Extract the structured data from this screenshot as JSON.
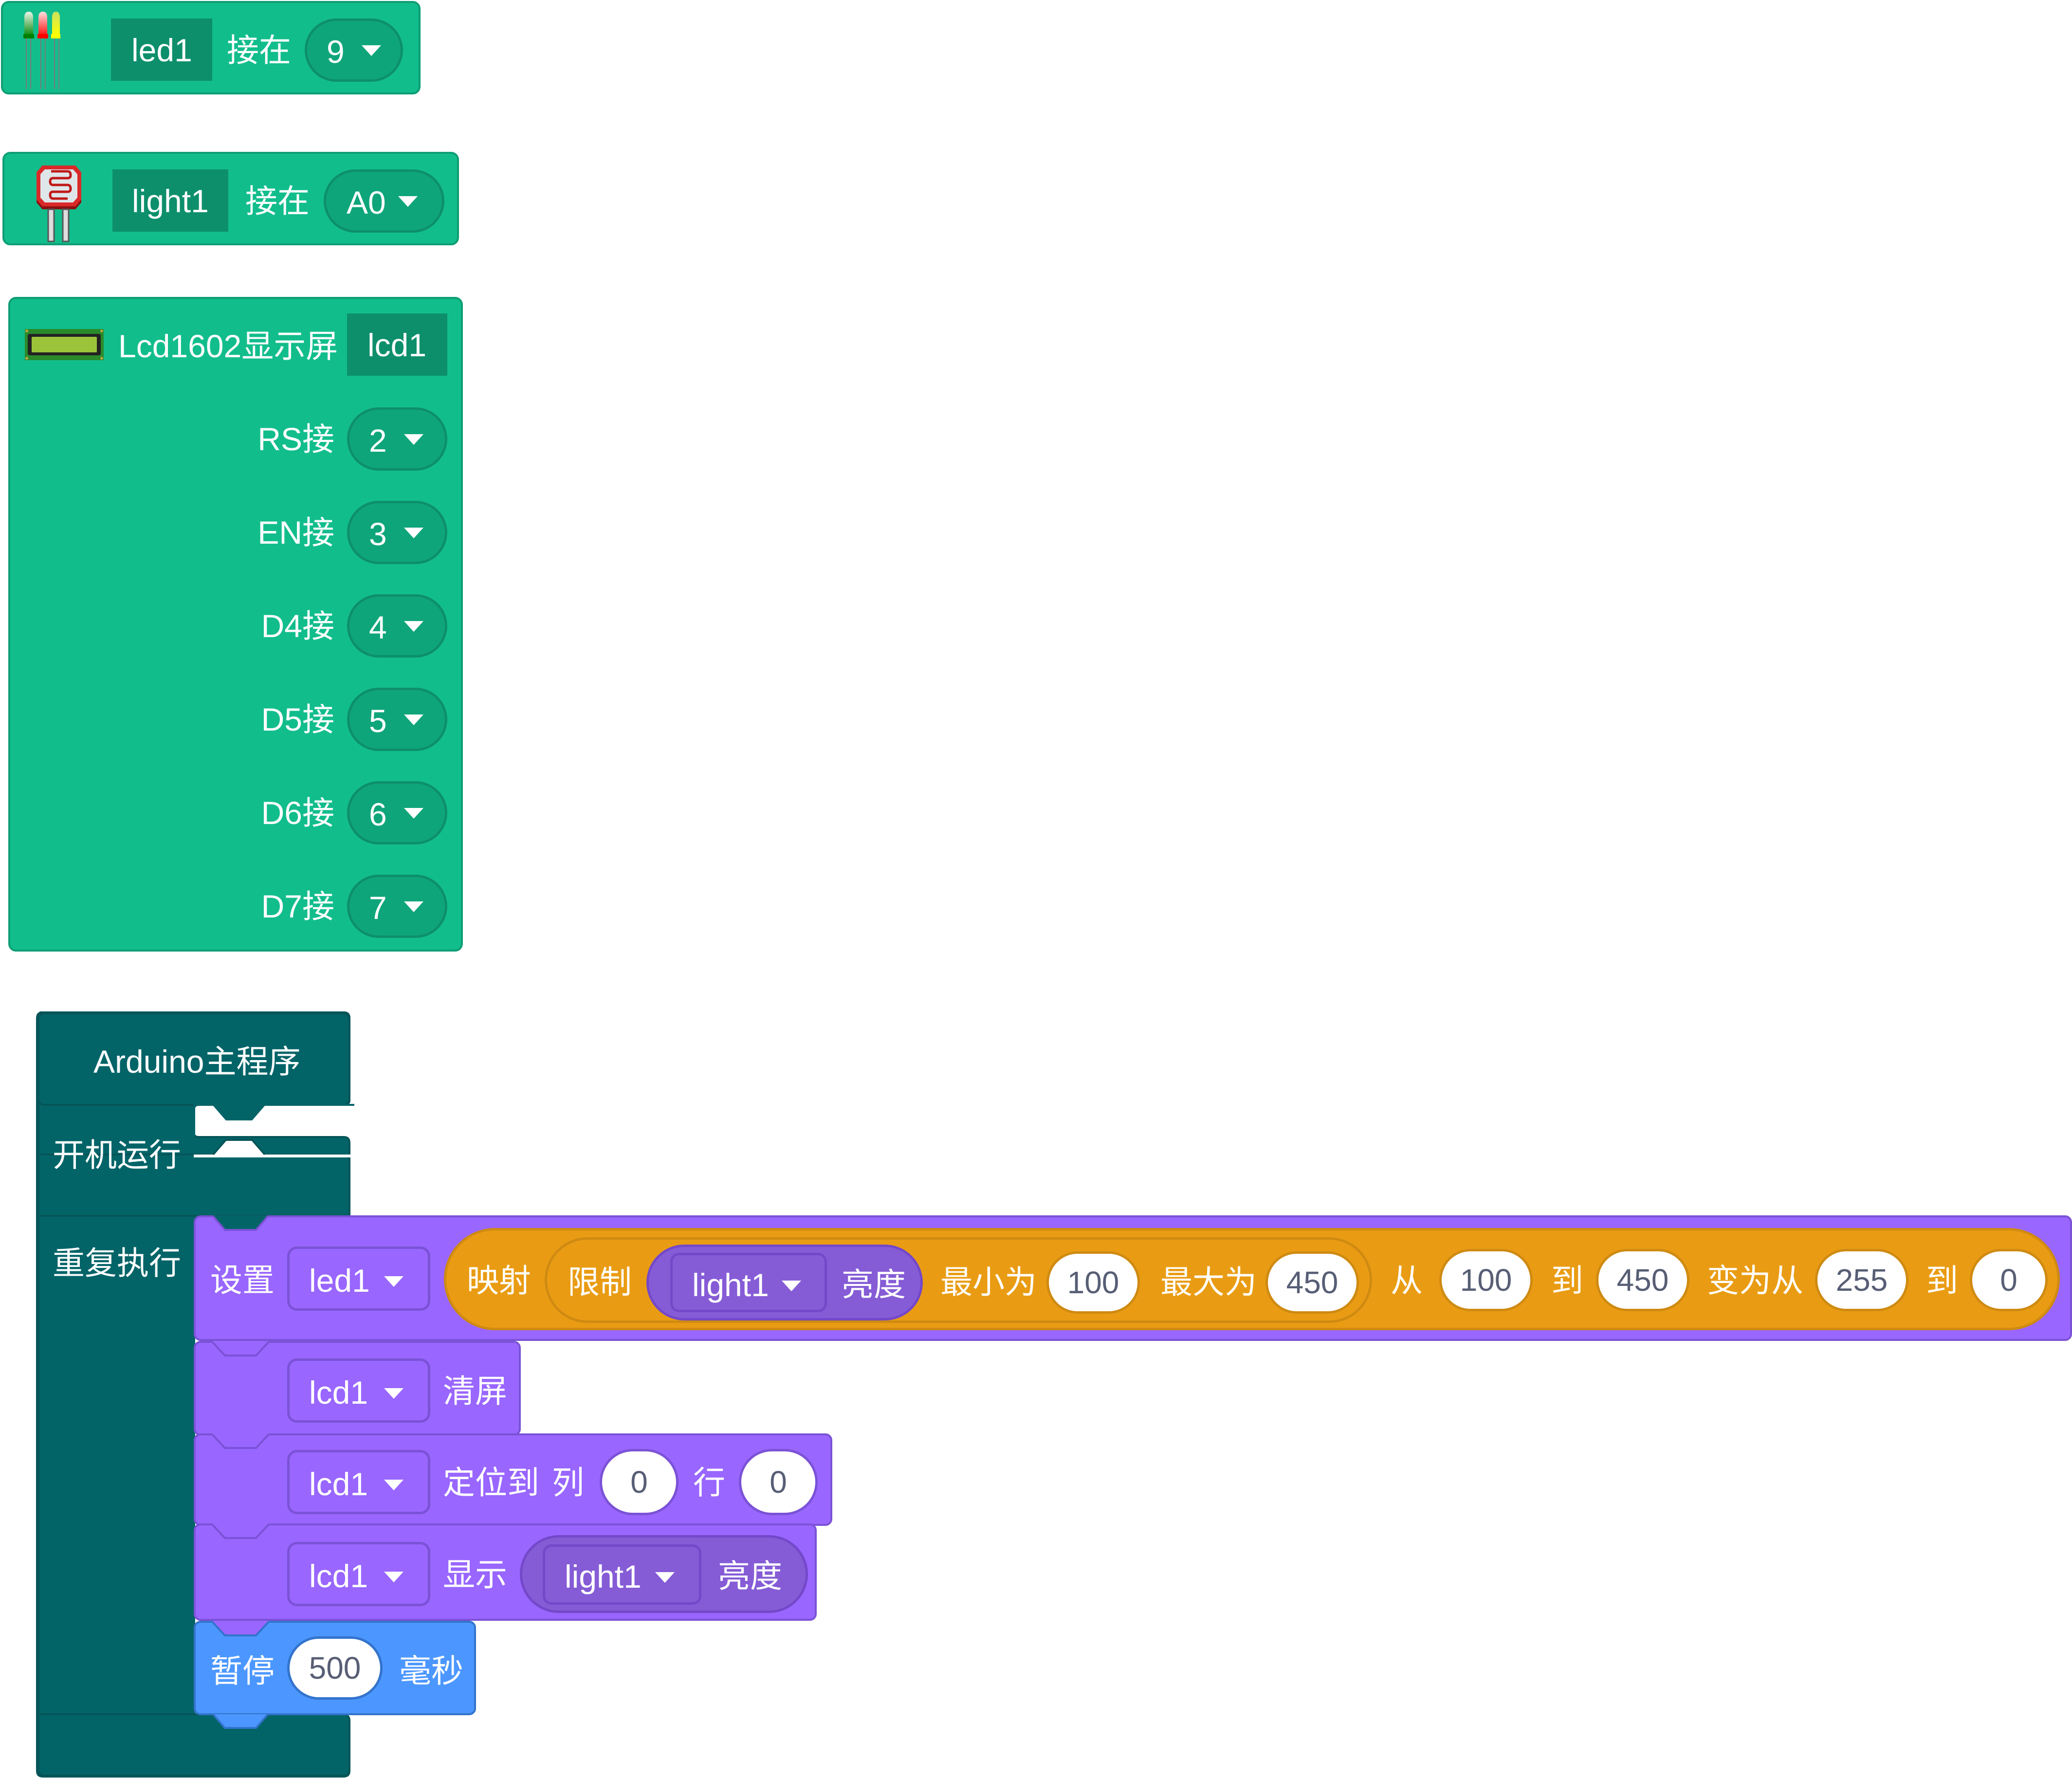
{
  "led_block": {
    "icon": "led-icon",
    "name": "led1",
    "connect_label": "接在",
    "pin": "9"
  },
  "light_block": {
    "icon": "photoresistor-icon",
    "name": "light1",
    "connect_label": "接在",
    "pin": "A0"
  },
  "lcd_block": {
    "icon": "lcd1602-icon",
    "title": "Lcd1602显示屏",
    "name": "lcd1",
    "pins": [
      {
        "label": "RS接",
        "value": "2"
      },
      {
        "label": "EN接",
        "value": "3"
      },
      {
        "label": "D4接",
        "value": "4"
      },
      {
        "label": "D5接",
        "value": "5"
      },
      {
        "label": "D6接",
        "value": "6"
      },
      {
        "label": "D7接",
        "value": "7"
      }
    ]
  },
  "main_block": {
    "title": "Arduino主程序",
    "setup_label": "开机运行",
    "loop_label": "重复执行"
  },
  "set_led": {
    "set_label": "设置",
    "target": "led1",
    "map_label": "映射",
    "constrain_label": "限制",
    "sensor": "light1",
    "sensor_property": "亮度",
    "min_label": "最小为",
    "min_value": "100",
    "max_label": "最大为",
    "max_value": "450",
    "from_label": "从",
    "from_low": "100",
    "to_label": "到",
    "from_high": "450",
    "remap_label": "变为从",
    "to_low": "255",
    "to_label2": "到",
    "to_high": "0"
  },
  "lcd_clear": {
    "target": "lcd1",
    "label": "清屏"
  },
  "lcd_cursor": {
    "target": "lcd1",
    "label": "定位到",
    "col_label": "列",
    "col": "0",
    "row_label": "行",
    "row": "0"
  },
  "lcd_print": {
    "target": "lcd1",
    "label": "显示",
    "sensor": "light1",
    "sensor_property": "亮度"
  },
  "delay": {
    "label": "暂停",
    "value": "500",
    "unit": "毫秒"
  },
  "colors": {
    "sensor_green": "#12bd8c",
    "main_teal": "#036468",
    "action_purple": "#9966ff",
    "math_orange": "#e99c13",
    "control_blue": "#4c97ff"
  }
}
